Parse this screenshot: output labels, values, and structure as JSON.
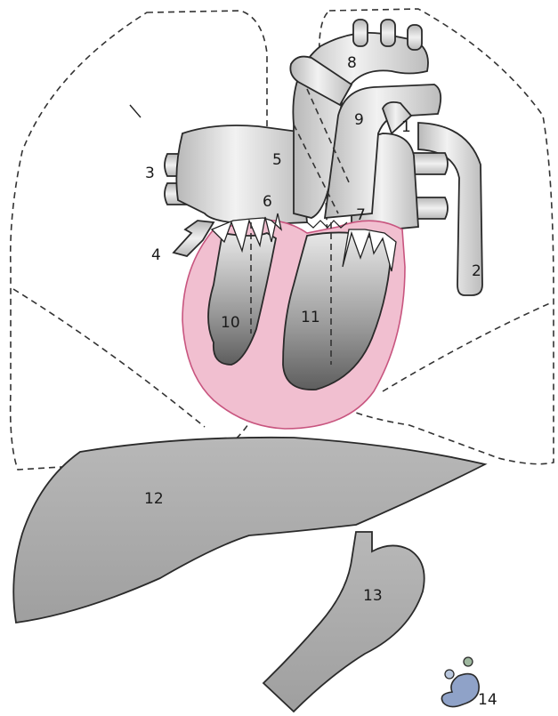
{
  "labels": {
    "l1": "1",
    "l2": "2",
    "l3": "3",
    "l4": "4",
    "l5": "5",
    "l6": "6",
    "l7": "7",
    "l8": "8",
    "l9": "9",
    "l10": "10",
    "l11": "11",
    "l12": "12",
    "l13": "13",
    "l14": "14"
  },
  "colors": {
    "background": "#ffffff",
    "vessel_fill": "#e4e4e4",
    "vessel_shade": "#bdbdbd",
    "myocardium": "#f1bfd0",
    "myocardium_edge": "#c8557f",
    "chamber_dark": "#7a7a7a",
    "organ_gray": "#a9a9a9",
    "kidney_blue": "#8fa2c8"
  }
}
